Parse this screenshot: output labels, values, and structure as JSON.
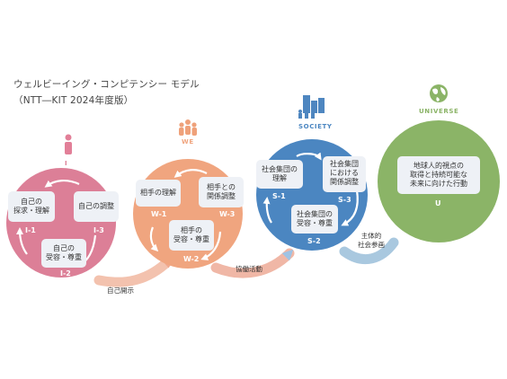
{
  "header": {
    "title": "ウェルビーイング・コンピテンシー モデル",
    "subtitle": "（NTT―KIT 2024年度版）"
  },
  "colors": {
    "i": "#dc7f97",
    "we": "#f0a57f",
    "society": "#4b86c1",
    "universe": "#8bb467",
    "box": "#eef1f6",
    "arrow": "#f1b8a4"
  },
  "groups": {
    "i": {
      "caption": "I",
      "icon": "person-icon",
      "boxes": [
        {
          "text": "自己の\n探求・理解",
          "code": "I-1"
        },
        {
          "text": "自己の調整",
          "code": "I-3"
        },
        {
          "text": "自己の\n受容・尊重",
          "code": "I-2"
        }
      ]
    },
    "we": {
      "caption": "WE",
      "icon": "group-icon",
      "boxes": [
        {
          "text": "相手の理解",
          "code": "W-1"
        },
        {
          "text": "相手との\n関係調整",
          "code": "W-3"
        },
        {
          "text": "相手の\n受容・尊重",
          "code": "W-2"
        }
      ]
    },
    "society": {
      "caption": "SOCIETY",
      "icon": "city-icon",
      "boxes": [
        {
          "text": "社会集団の\n理解",
          "code": "S-1"
        },
        {
          "text": "社会集団\nにおける\n関係調整",
          "code": "S-3"
        },
        {
          "text": "社会集団の\n受容・尊重",
          "code": "S-2"
        }
      ]
    },
    "universe": {
      "caption": "UNIVERSE",
      "icon": "globe-icon",
      "box": {
        "text": "地球人的視点の\n取得と持続可能な\n未来に向けた行動",
        "code": "U"
      }
    }
  },
  "transitions": {
    "i_to_we": "自己開示",
    "we_to_society": "協働活動",
    "society_to_universe": "主体的\n社会参画"
  }
}
